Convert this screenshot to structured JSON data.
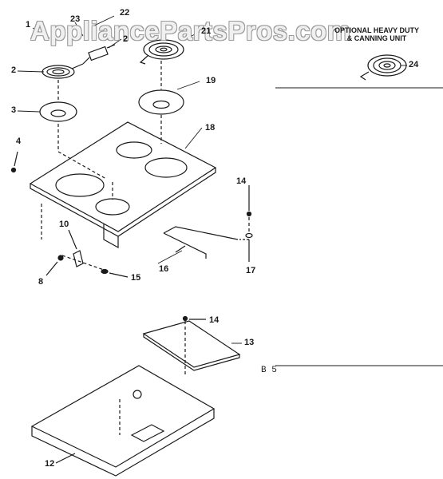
{
  "watermark": "AppliancePartsPros.com",
  "optional_unit": {
    "line1": "OPTIONAL HEAVY DUTY",
    "line2": "& CANNING UNIT"
  },
  "page_code": "B 5",
  "callouts": {
    "c1": "1",
    "c2": "2",
    "c3": "3",
    "c4": "4",
    "c8": "8",
    "c10": "10",
    "c12": "12",
    "c13": "13",
    "c14a": "14",
    "c14b": "14",
    "c15": "15",
    "c16": "16",
    "c17": "17",
    "c18": "18",
    "c19": "19",
    "c2b": "2",
    "c21": "21",
    "c22": "22",
    "c23": "23",
    "c24": "24"
  }
}
